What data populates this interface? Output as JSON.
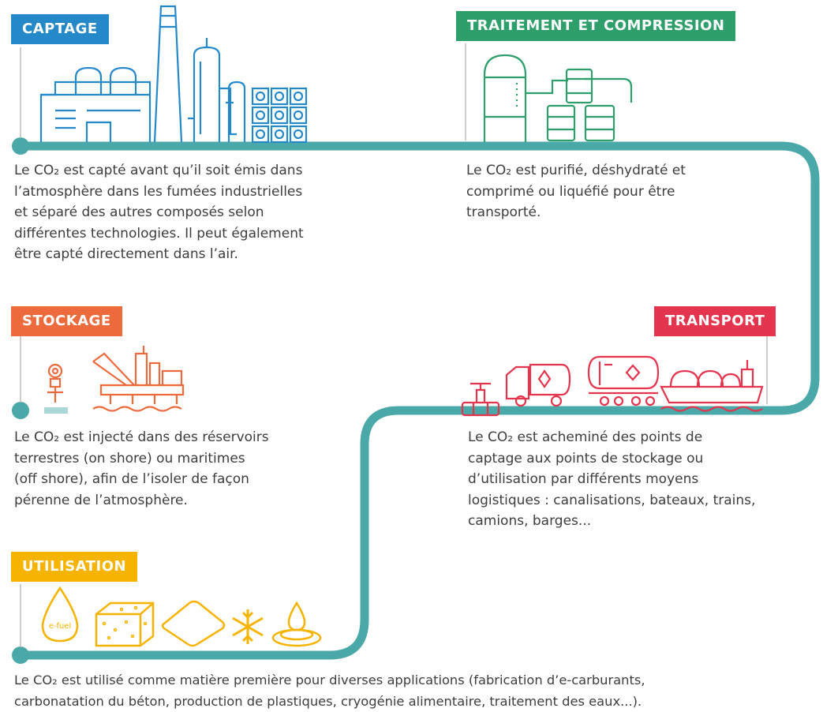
{
  "colors": {
    "track": "#4aa9a8",
    "captage": "#2589c9",
    "traitement": "#2e9e6b",
    "stockage": "#ec6a3c",
    "transport": "#e5344d",
    "utilisation": "#f6b400"
  },
  "steps": {
    "captage": {
      "label": "CAPTAGE",
      "lines": [
        "Le CO₂ est capté avant qu’il soit émis dans",
        "l’atmosphère dans les fumées industrielles",
        "et séparé des autres composés selon",
        "différentes technologies. Il peut également",
        "être capté directement dans l’air."
      ]
    },
    "traitement": {
      "label": "TRAITEMENT ET COMPRESSION",
      "lines": [
        "Le CO₂ est purifié, déshydraté et",
        "comprimé ou liquéfié pour être",
        "transporté."
      ]
    },
    "stockage": {
      "label": "STOCKAGE",
      "lines": [
        "Le CO₂ est injecté dans des réservoirs",
        "terrestres (on shore) ou maritimes",
        "(off shore), afin de l’isoler de façon",
        "pérenne de l’atmosphère."
      ]
    },
    "transport": {
      "label": "TRANSPORT",
      "lines": [
        "Le CO₂ est acheminé des points de",
        "captage aux points de stockage ou",
        "d’utilisation par différents moyens",
        "logistiques : canalisations, bateaux, trains,",
        "camions, barges..."
      ]
    },
    "utilisation": {
      "label": "UTILISATION",
      "lines": [
        "Le CO₂ est utilisé comme matière première pour diverses applications (fabrication d’e-carburants,",
        "carbonatation du béton, production de plastiques, cryogénie alimentaire, traitement des eaux...)."
      ],
      "efuel_label": "e-fuel"
    }
  }
}
